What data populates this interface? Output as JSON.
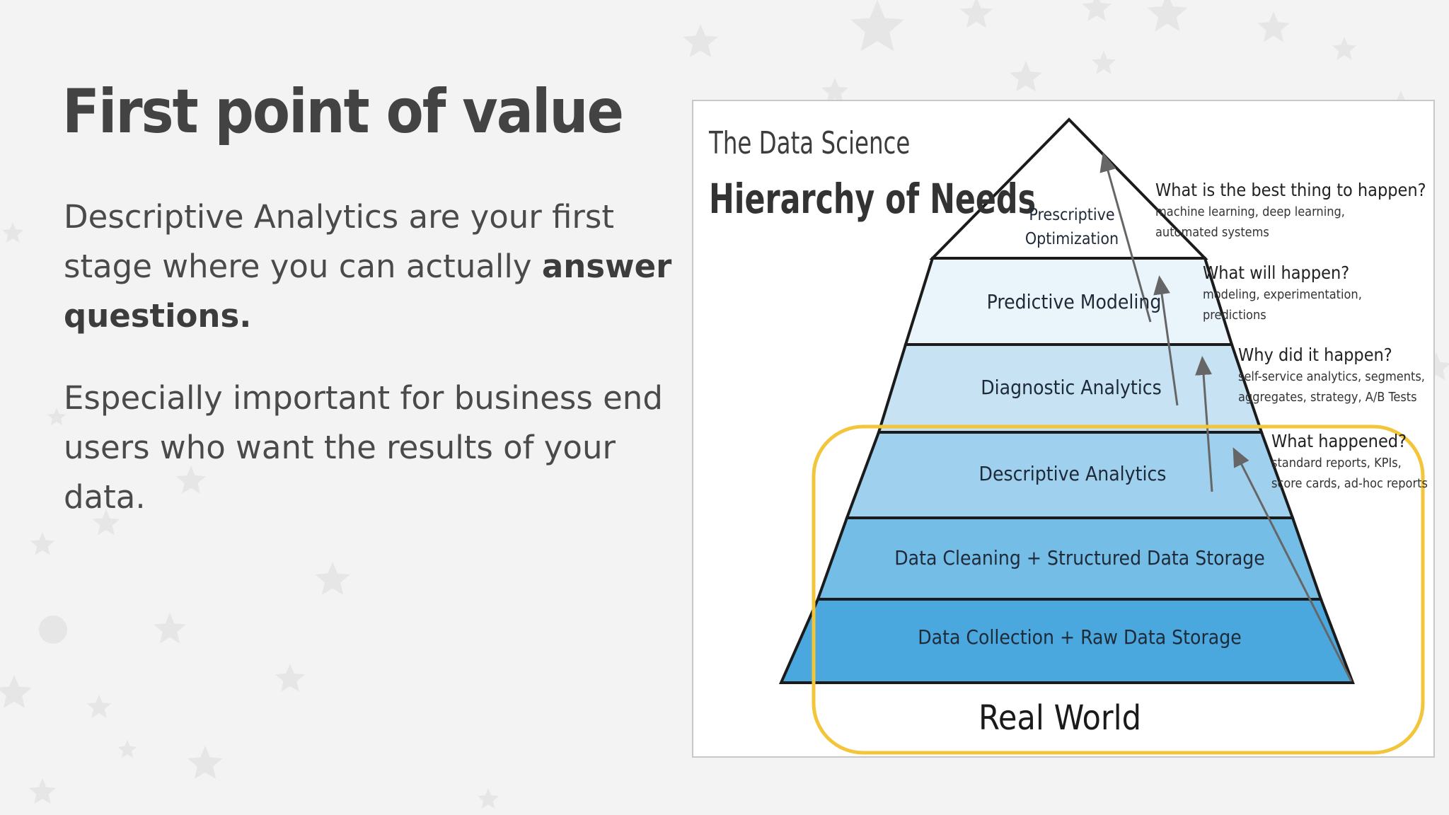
{
  "slide": {
    "title": "First point of value",
    "paragraph1_part1": "Descriptive Analytics are your first stage where you can actually ",
    "paragraph1_bold": "answer questions.",
    "paragraph2": "Especially important for business end users who want the results of your data."
  },
  "figure": {
    "title_line1": "The Data Science",
    "title_line2": "Hierarchy of Needs",
    "levels": [
      {
        "label_line1": "Prescriptive",
        "label_line2": "Optimization"
      },
      {
        "label": "Predictive Modeling"
      },
      {
        "label": "Diagnostic Analytics"
      },
      {
        "label": "Descriptive Analytics"
      },
      {
        "label": "Data Cleaning + Structured Data Storage"
      },
      {
        "label": "Data Collection + Raw Data Storage"
      }
    ],
    "questions": [
      {
        "heading": "What is the best thing to happen?",
        "line1": "machine learning, deep learning,",
        "line2": "automated systems"
      },
      {
        "heading": "What will happen?",
        "line1": "modeling, experimentation,",
        "line2": "predictions"
      },
      {
        "heading": "Why did it happen?",
        "line1": "self-service analytics, segments,",
        "line2": "aggregates, strategy, A/B Tests"
      },
      {
        "heading": "What happened?",
        "line1": "standard reports, KPIs,",
        "line2": "score cards, ad-hoc reports"
      }
    ],
    "base_label": "Real World",
    "highlight_color": "#f2c53a",
    "level_colors": [
      "#ffffff",
      "#eaf4fb",
      "#c6e2f3",
      "#9fd0ee",
      "#74bde6",
      "#4aa8de"
    ]
  }
}
